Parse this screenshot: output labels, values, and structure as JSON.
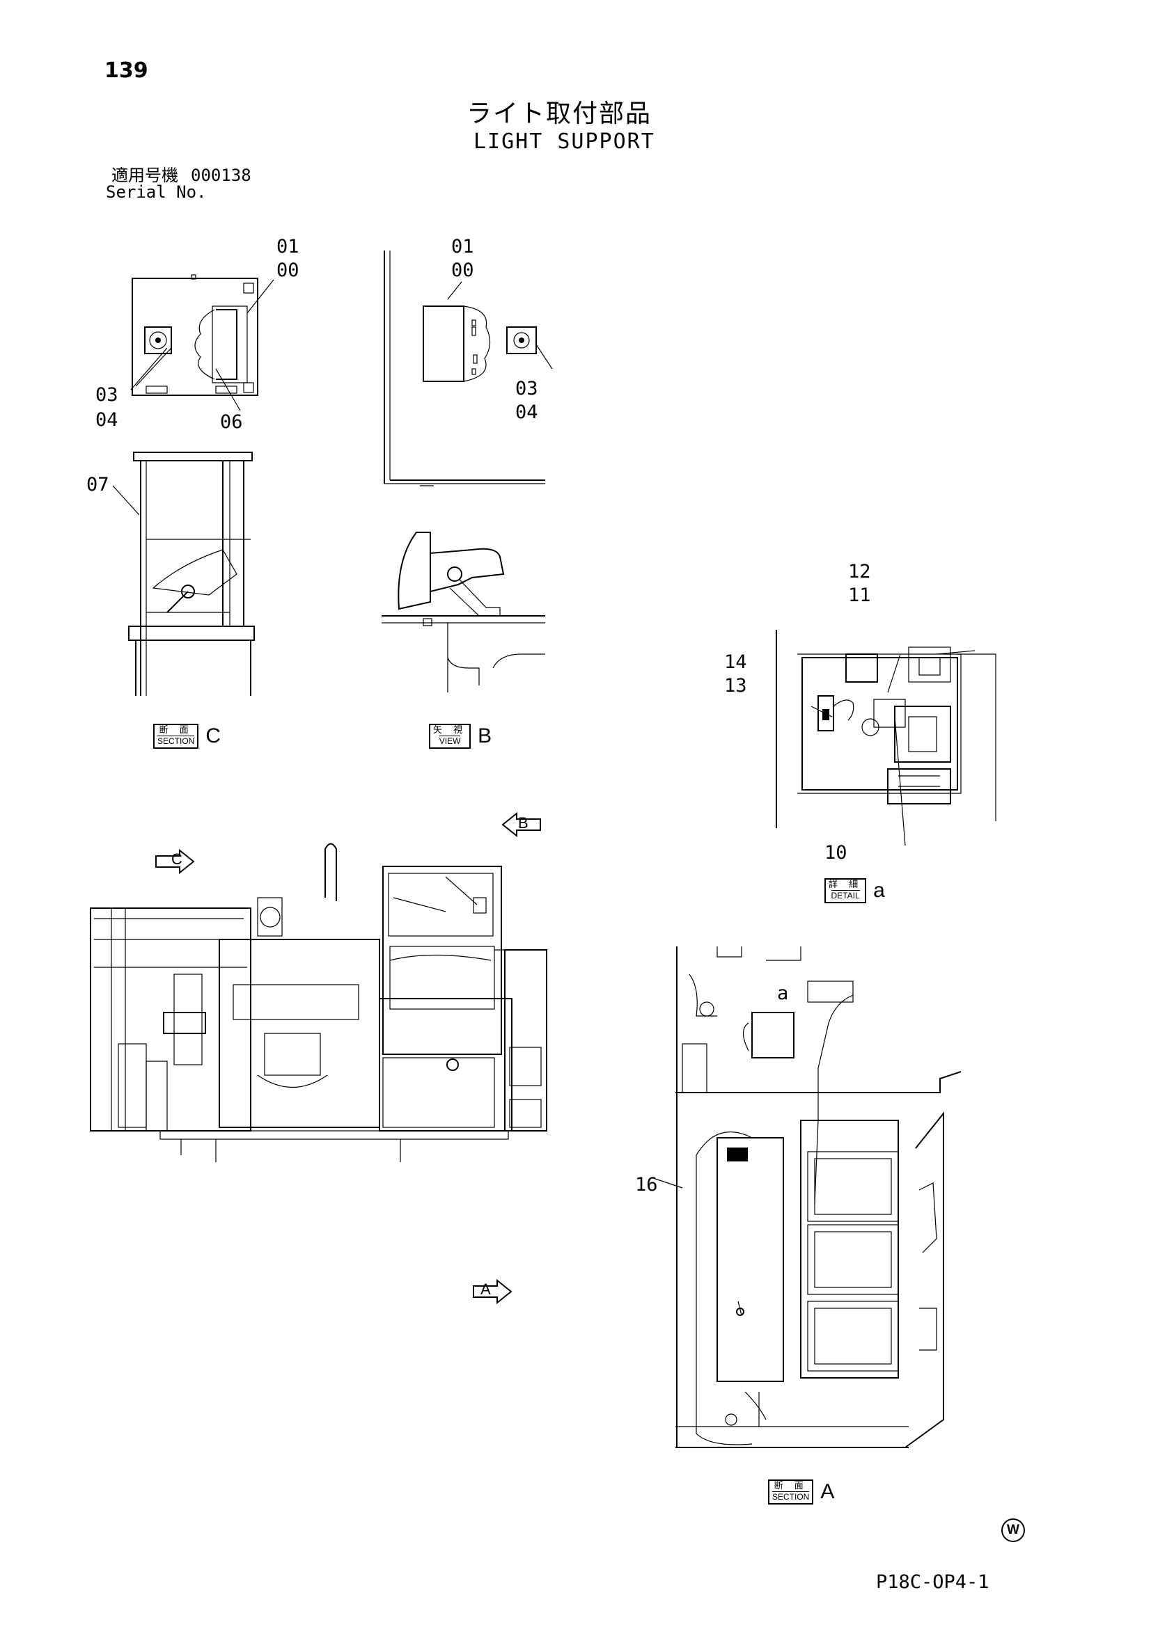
{
  "page_number": "139",
  "title_jp": "ライト取付部品",
  "title_en": "LIGHT SUPPORT",
  "serial": {
    "label_jp": "適用号機",
    "value": "000138",
    "label_en": "Serial No."
  },
  "callouts": {
    "c_01a": "01",
    "c_00a": "00",
    "c_03a": "03",
    "c_04a": "04",
    "c_06": "06",
    "c_07": "07",
    "c_01b": "01",
    "c_00b": "00",
    "c_03b": "03",
    "c_04b": "04",
    "c_12": "12",
    "c_11": "11",
    "c_14": "14",
    "c_13": "13",
    "c_10": "10",
    "c_16": "16",
    "detail_a_marker": "a"
  },
  "views": {
    "section_c": {
      "jp": "断 面",
      "en": "SECTION",
      "letter": "C"
    },
    "view_b": {
      "jp": "矢 視",
      "en": "VIEW",
      "letter": "B"
    },
    "detail_a": {
      "jp": "詳 細",
      "en": "DETAIL",
      "letter": "a"
    },
    "section_a": {
      "jp": "断 面",
      "en": "SECTION",
      "letter": "A"
    }
  },
  "view_arrows": {
    "b": "B",
    "c": "C",
    "a": "A"
  },
  "mark": "W",
  "doc_code": "P18C-OP4-1"
}
